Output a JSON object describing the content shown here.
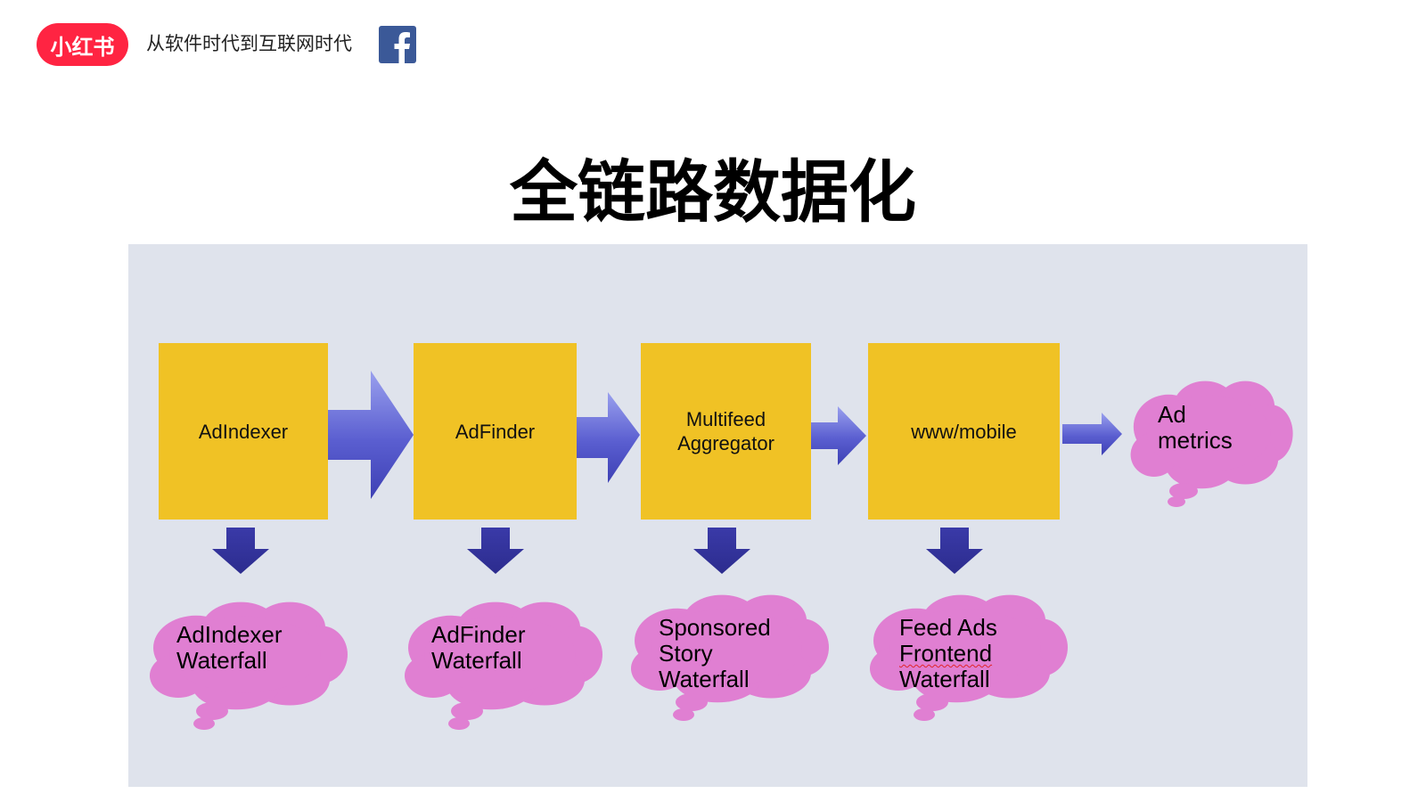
{
  "header": {
    "logo_text": "小红书",
    "subtitle": "从软件时代到互联网时代",
    "brand_icon": "facebook-f-icon"
  },
  "title": "全链路数据化",
  "colors": {
    "box_fill": "#f0c225",
    "cloud_fill": "#e07fd2",
    "arrow_dark": "#333399",
    "arrow_gradient_start": "#8f95e8",
    "arrow_gradient_end": "#4648c0",
    "panel_bg": "#dfe3ec",
    "logo_red": "#ff2442"
  },
  "pipeline": {
    "stages": [
      {
        "label": "AdIndexer",
        "output": "AdIndexer\nWaterfall"
      },
      {
        "label": "AdFinder",
        "output": "AdFinder\nWaterfall"
      },
      {
        "label": "Multifeed\nAggregator",
        "output": "Sponsored\nStory\nWaterfall"
      },
      {
        "label": "www/mobile",
        "output_lines": [
          "Feed Ads",
          "Frontend",
          "Waterfall"
        ]
      }
    ],
    "final_output": "Ad\nmetrics"
  }
}
